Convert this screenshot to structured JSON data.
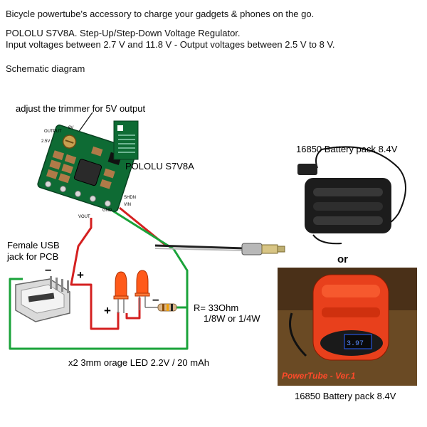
{
  "header": {
    "line1": "Bicycle powertube's accessory to charge your gadgets & phones on the go.",
    "line2": "POLOLU S7V8A. Step-Up/Step-Down Voltage Regulator.",
    "line3": "Input voltages between 2.7 V and 11.8 V - Output voltages between 2.5 V to 8 V.",
    "line4": "Schematic diagram"
  },
  "labels": {
    "trimmer_note": "adjust the trimmer for 5V output",
    "regulator_name": "POLOLU S7V8A",
    "usb_jack": "Female USB",
    "usb_jack_2": "jack for PCB",
    "resistor": "R= 33Ohm",
    "resistor_power": "1/8W or 1/4W",
    "leds": "x2 3mm orage LED 2.2V / 20 mAh",
    "battery_top": "16850 Battery pack 8.4V",
    "battery_bottom": "16850 Battery pack 8.4V",
    "or": "or",
    "plus": "+",
    "minus": "–"
  },
  "board": {
    "output": "OUTPUT",
    "v8": "8V",
    "v25": "2.5V",
    "shdn": "SHDN",
    "vin": "VIN",
    "gnd": "GND",
    "vout": "VOUT"
  },
  "photo": {
    "brand": "PowerTube - Ver.1",
    "display": "3.97"
  },
  "colors": {
    "wire_red": "#d42020",
    "wire_green": "#1aa33a",
    "board": "#0e6b34",
    "led": "#ff5a1a",
    "tube": "#e8401c"
  }
}
